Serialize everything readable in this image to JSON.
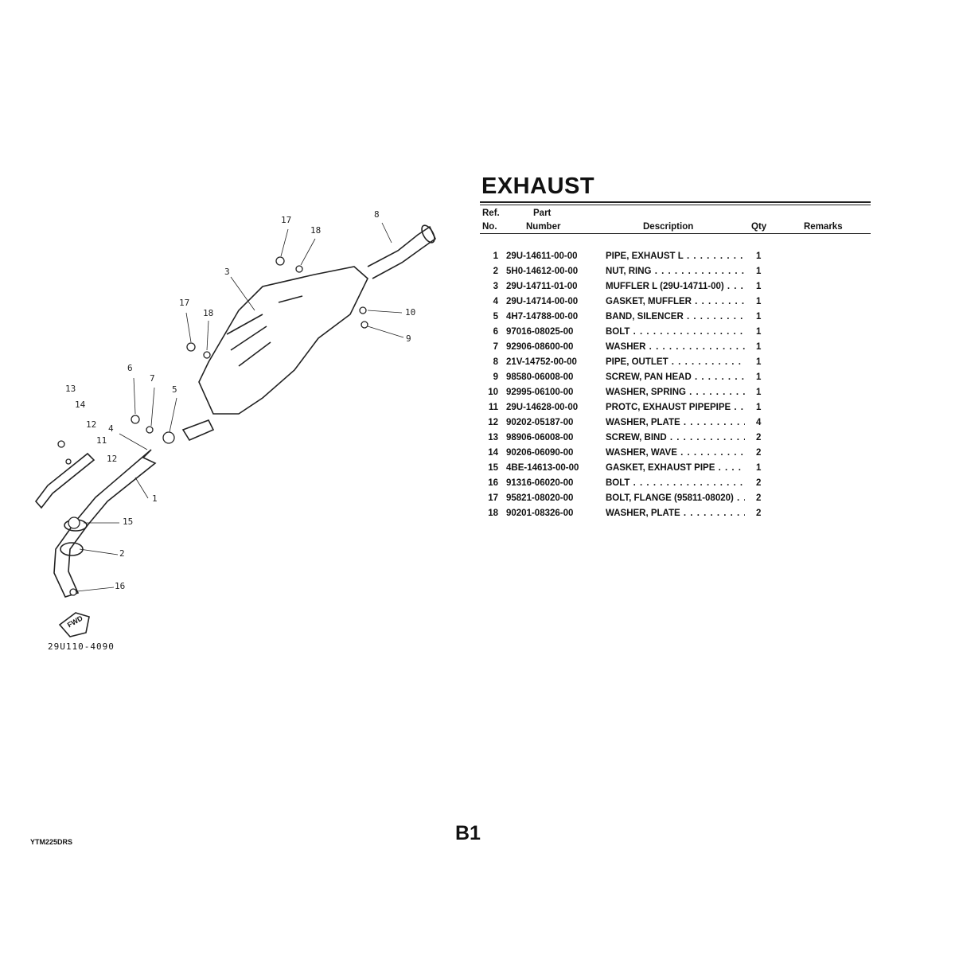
{
  "title": "EXHAUST",
  "headers": {
    "ref_1": "Ref.",
    "ref_2": "No.",
    "part_1": "Part",
    "part_2": "Number",
    "description": "Description",
    "qty": "Qty",
    "remarks": "Remarks"
  },
  "parts": [
    {
      "ref": "1",
      "part": "29U-14611-00-00",
      "desc": "PIPE, EXHAUST L",
      "qty": "1"
    },
    {
      "ref": "2",
      "part": "5H0-14612-00-00",
      "desc": "NUT, RING",
      "qty": "1"
    },
    {
      "ref": "3",
      "part": "29U-14711-01-00",
      "desc": "MUFFLER L (29U-14711-00)",
      "qty": "1"
    },
    {
      "ref": "4",
      "part": "29U-14714-00-00",
      "desc": "GASKET, MUFFLER",
      "qty": "1"
    },
    {
      "ref": "5",
      "part": "4H7-14788-00-00",
      "desc": "BAND, SILENCER",
      "qty": "1"
    },
    {
      "ref": "6",
      "part": "97016-08025-00",
      "desc": "BOLT",
      "qty": "1"
    },
    {
      "ref": "7",
      "part": "92906-08600-00",
      "desc": "WASHER",
      "qty": "1"
    },
    {
      "ref": "8",
      "part": "21V-14752-00-00",
      "desc": "PIPE, OUTLET",
      "qty": "1"
    },
    {
      "ref": "9",
      "part": "98580-06008-00",
      "desc": "SCREW, PAN HEAD",
      "qty": "1"
    },
    {
      "ref": "10",
      "part": "92995-06100-00",
      "desc": "WASHER, SPRING",
      "qty": "1"
    },
    {
      "ref": "11",
      "part": "29U-14628-00-00",
      "desc": "PROTC, EXHAUST PIPEPIPE",
      "qty": "1"
    },
    {
      "ref": "12",
      "part": "90202-05187-00",
      "desc": "WASHER, PLATE",
      "qty": "4"
    },
    {
      "ref": "13",
      "part": "98906-06008-00",
      "desc": "SCREW, BIND",
      "qty": "2"
    },
    {
      "ref": "14",
      "part": "90206-06090-00",
      "desc": "WASHER, WAVE",
      "qty": "2"
    },
    {
      "ref": "15",
      "part": "4BE-14613-00-00",
      "desc": "GASKET, EXHAUST PIPE",
      "qty": "1"
    },
    {
      "ref": "16",
      "part": "91316-06020-00",
      "desc": "BOLT",
      "qty": "2"
    },
    {
      "ref": "17",
      "part": "95821-08020-00",
      "desc": "BOLT, FLANGE (95811-08020)",
      "qty": "2"
    },
    {
      "ref": "18",
      "part": "90201-08326-00",
      "desc": "WASHER, PLATE",
      "qty": "2"
    }
  ],
  "diagram": {
    "callouts": [
      "17",
      "18",
      "8",
      "3",
      "17",
      "18",
      "10",
      "9",
      "6",
      "7",
      "5",
      "13",
      "14",
      "12",
      "4",
      "11",
      "12",
      "1",
      "15",
      "2",
      "16"
    ],
    "fwd": "FWD",
    "caption": "29U110-4090"
  },
  "footer": {
    "model": "YTM225DRS",
    "page": "B1"
  }
}
